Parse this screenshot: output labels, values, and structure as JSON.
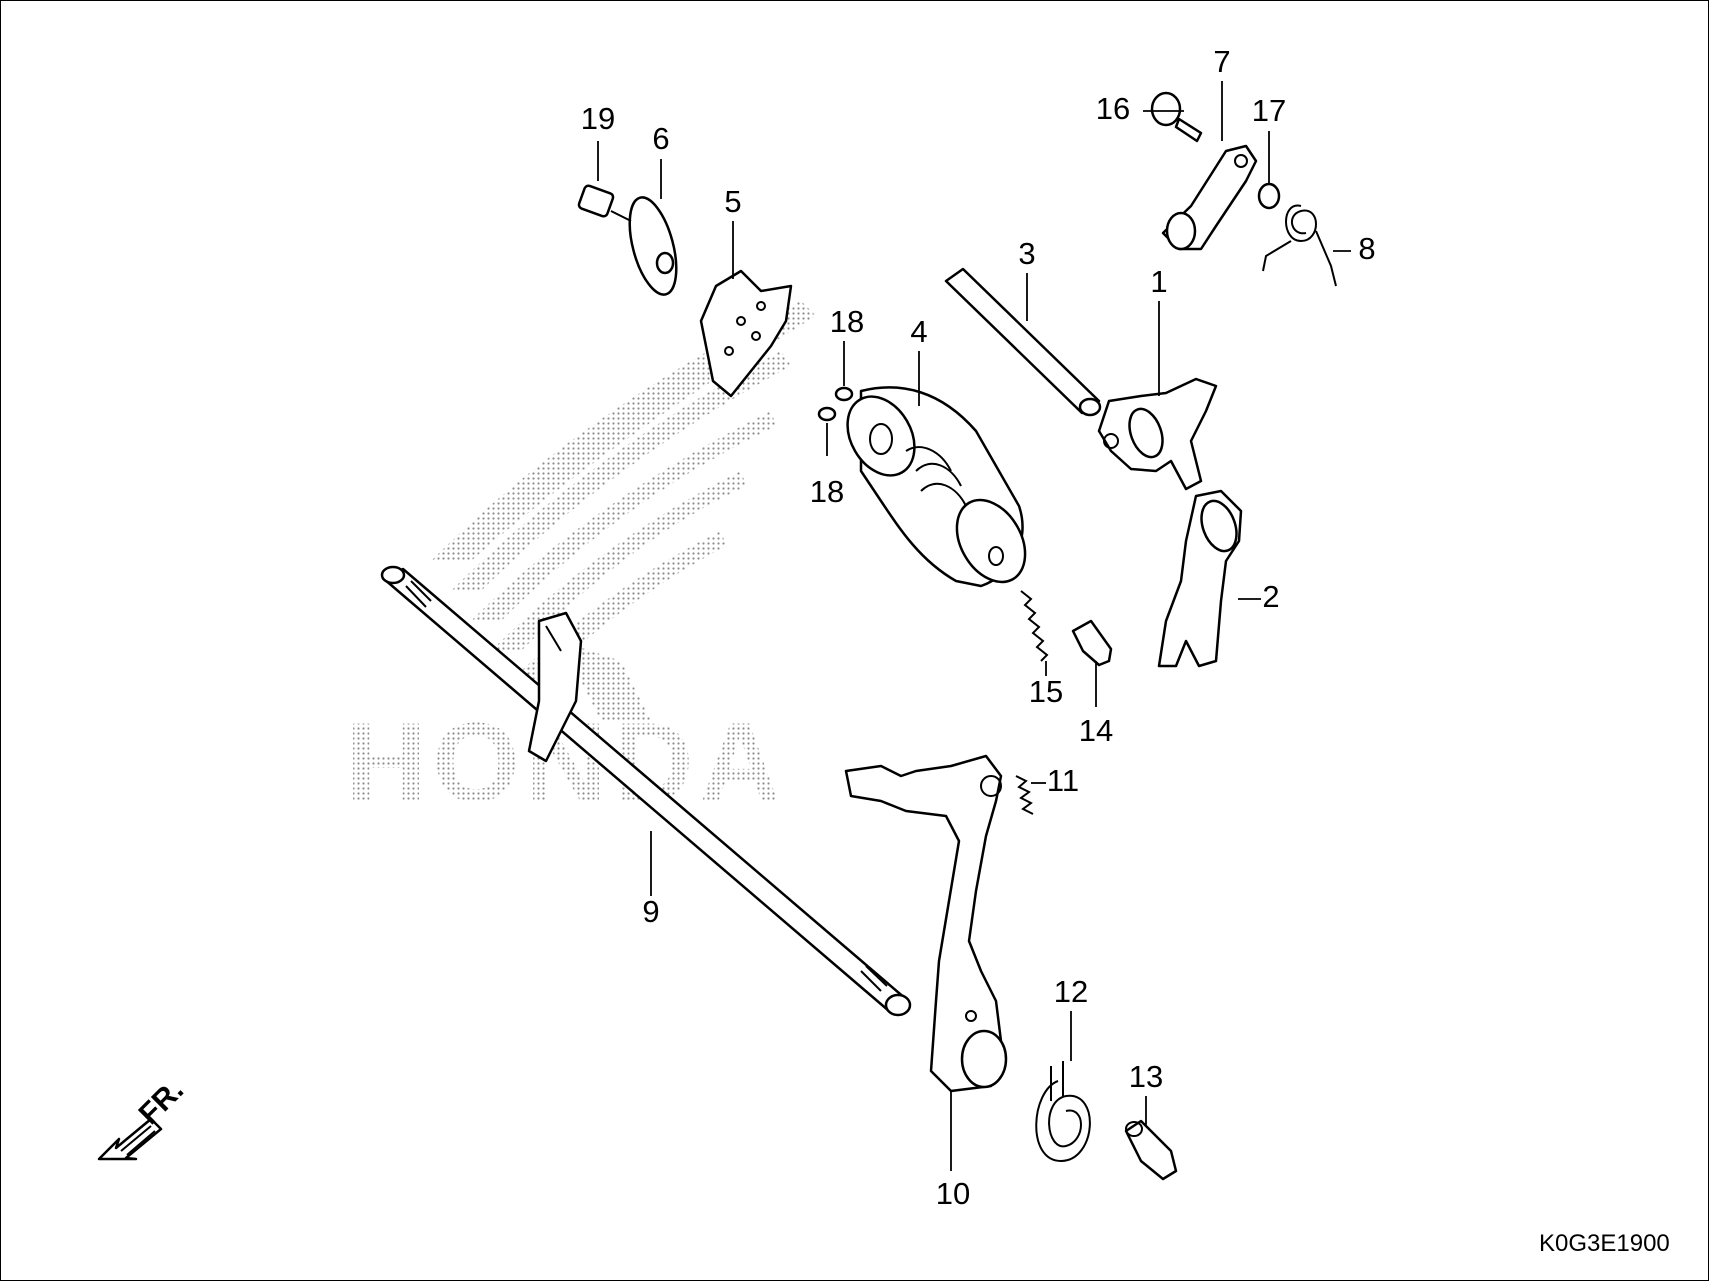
{
  "diagram_code": "K0G3E1900",
  "direction_label": "FR.",
  "watermark_text": "HONDA",
  "callouts": [
    {
      "id": "1",
      "label": "1"
    },
    {
      "id": "2",
      "label": "2"
    },
    {
      "id": "3",
      "label": "3"
    },
    {
      "id": "4",
      "label": "4"
    },
    {
      "id": "5",
      "label": "5"
    },
    {
      "id": "6",
      "label": "6"
    },
    {
      "id": "7",
      "label": "7"
    },
    {
      "id": "8",
      "label": "8"
    },
    {
      "id": "9",
      "label": "9"
    },
    {
      "id": "10",
      "label": "10"
    },
    {
      "id": "11",
      "label": "11"
    },
    {
      "id": "12",
      "label": "12"
    },
    {
      "id": "13",
      "label": "13"
    },
    {
      "id": "14",
      "label": "14"
    },
    {
      "id": "15",
      "label": "15"
    },
    {
      "id": "16",
      "label": "16"
    },
    {
      "id": "17",
      "label": "17"
    },
    {
      "id": "18a",
      "label": "18"
    },
    {
      "id": "18b",
      "label": "18"
    },
    {
      "id": "19",
      "label": "19"
    }
  ],
  "colors": {
    "line": "#000000",
    "background": "#ffffff",
    "watermark": "#9a9a9a"
  }
}
